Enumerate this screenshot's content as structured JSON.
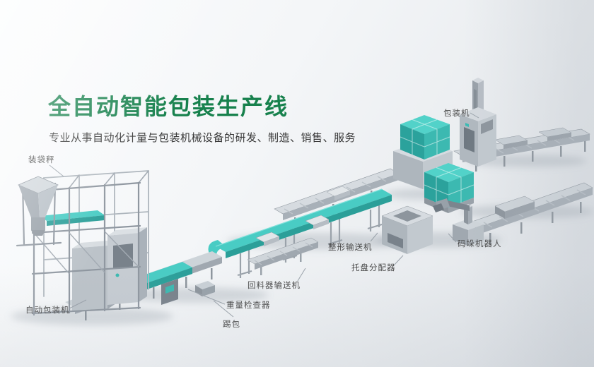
{
  "page": {
    "title": "全自动智能包装生产线",
    "subtitle": "专业从事自动化计量与包装机械设备的研发、制造、销售、服务"
  },
  "colors": {
    "title_green": "#17814d",
    "subtitle_gray": "#383838",
    "label_gray": "#4a4a4a",
    "accent_teal": "#49ccc4",
    "machine_gray": "#c2c9cf"
  },
  "labels": [
    {
      "name": "bagging-scale",
      "text": "装袋秤"
    },
    {
      "name": "packaging-machine",
      "text": "包装机"
    },
    {
      "name": "auto-packaging-machine",
      "text": "自动包装机"
    },
    {
      "name": "kick-bag",
      "text": "踢包"
    },
    {
      "name": "weight-checker",
      "text": "重量检查器"
    },
    {
      "name": "return-feeder-conveyor",
      "text": "回料器输送机"
    },
    {
      "name": "shaping-conveyor",
      "text": "整形输送机"
    },
    {
      "name": "pallet-distributor",
      "text": "托盘分配器"
    },
    {
      "name": "palletizing-robot",
      "text": "码垛机器人"
    }
  ]
}
